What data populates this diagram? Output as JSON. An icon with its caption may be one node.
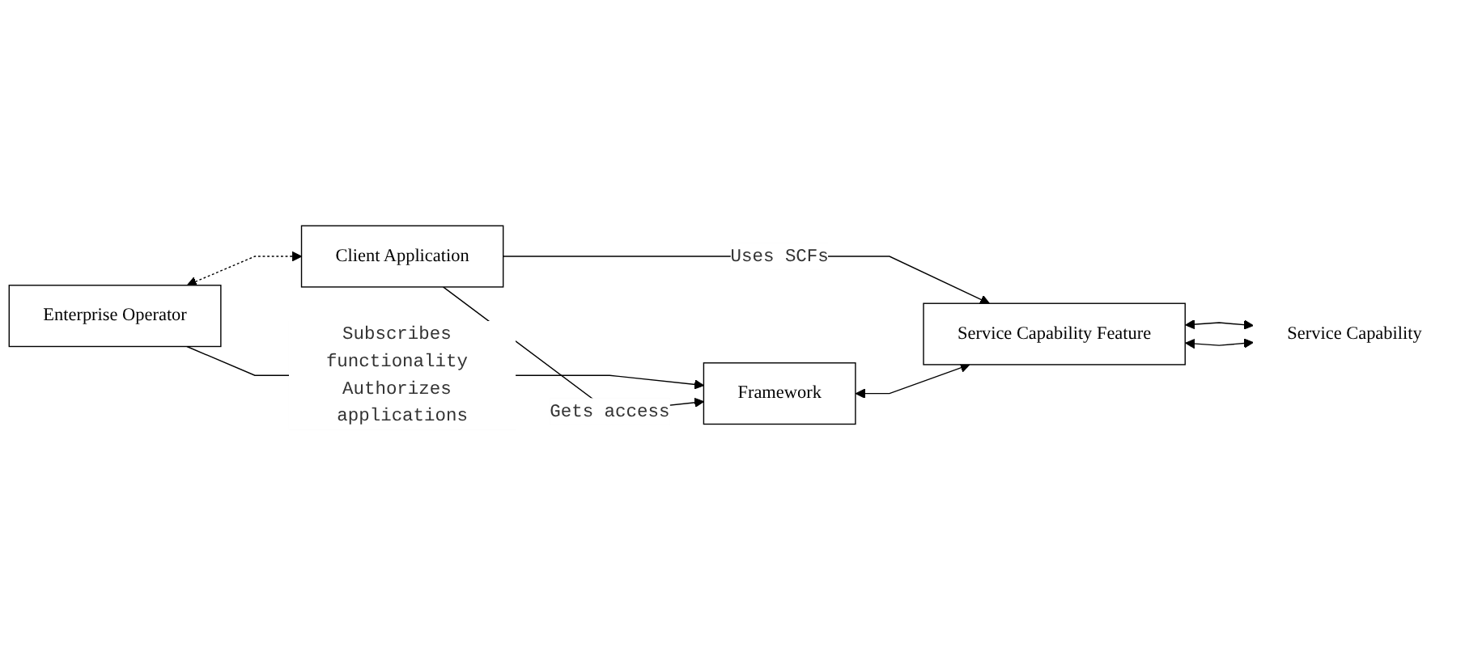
{
  "diagram": {
    "nodes": [
      {
        "text": [
          "Enterprise Operator"
        ]
      },
      {
        "text": [
          "Client Application"
        ]
      },
      {
        "text": [
          "Framework"
        ]
      },
      {
        "text": [
          "Service Capability Feature"
        ]
      },
      {
        "text": [
          "Service Capability"
        ]
      }
    ],
    "edges": [
      {
        "from": 0,
        "to": 1,
        "arrow": "both",
        "style": "dashed"
      },
      {
        "from": 0,
        "to": 2,
        "arrow": "to",
        "label": "Subscribes functionality Authorizes applications"
      },
      {
        "from": 1,
        "to": 2,
        "arrow": "to",
        "label": "Gets access"
      },
      {
        "from": 1,
        "to": 3,
        "arrow": "to",
        "label": "Uses SCFs"
      },
      {
        "from": 2,
        "to": 3,
        "arrow": "both"
      },
      {
        "from": 3,
        "to": 4,
        "arrow": "both"
      },
      {
        "from": 3,
        "to": 4,
        "arrow": "both"
      }
    ]
  }
}
